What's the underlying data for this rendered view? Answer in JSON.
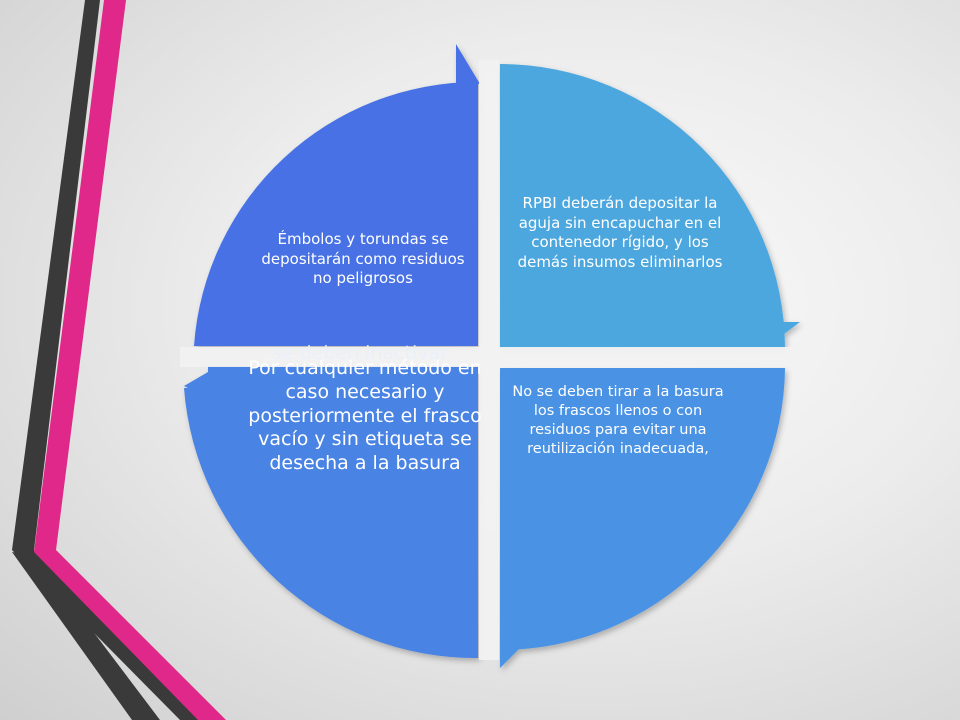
{
  "diagram": {
    "type": "cycle",
    "colors": {
      "top_left": "#4671E4",
      "top_right": "#4EA7DF",
      "bottom_right": "#4A92E4",
      "bottom_left": "#4A83E3",
      "stripe_dark": "#3A3A3A",
      "stripe_pink": "#E0288A"
    },
    "segments": {
      "top_left": "Émbolos y torundas se depositarán como residuos no peligrosos",
      "top_right": "RPBI deberán depositar la aguja sin encapuchar en el contenedor rígido, y los demás insumos eliminarlos",
      "bottom_right": "No se deben tirar a la basura los frascos llenos o con residuos para evitar una reutilización inadecuada,",
      "bottom_left_overflow": "se deben inactivar",
      "bottom_left": "Por cualquier método en caso necesario y posteriormente el frasco vacío y sin etiqueta se desecha a la basura"
    }
  }
}
